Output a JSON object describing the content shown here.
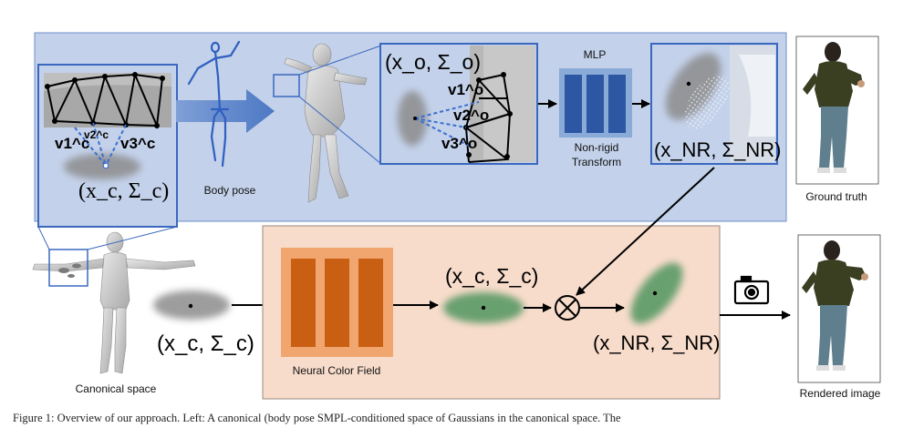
{
  "labels": {
    "body_pose": "Body pose",
    "mlp": "MLP",
    "nonrigid_line1": "Non-rigid",
    "nonrigid_line2": "Transform",
    "ground_truth": "Ground truth",
    "canonical_space": "Canonical space",
    "neural_color_field": "Neural Color Field",
    "rendered_image": "Rendered image"
  },
  "math": {
    "x_c_sigma_c": "(x_c, Σ_c)",
    "x_o_sigma_o": "(x_o, Σ_o)",
    "x_nr_sigma_nr": "(x_NR, Σ_NR)",
    "v1c": "v1^c",
    "v2c": "v2^c",
    "v3c": "v3^c",
    "v1o": "v1^o",
    "v2o": "v2^o",
    "v3o": "v3^o",
    "multiply_symbol": "⊗"
  },
  "caption": "Figure 1: Overview of our approach. Left: A canonical (body pose SMPL-conditioned space of Gaussians in the canonical space. The",
  "colors": {
    "top_panel_bg": "#c3d1ea",
    "top_panel_border": "#6d8fc9",
    "bottom_panel_bg": "#f8dccb",
    "bottom_panel_border": "#9a8a80",
    "mlp_block": "#2d56a3",
    "mlp_bg": "#8aaad8",
    "color_field_block": "#c95f13",
    "color_field_bg": "#f0a66e",
    "gaussian_gray": "#8c8c8c",
    "gaussian_green": "#5a9a66",
    "dashed_blue": "#3b6fd0"
  },
  "icons": {
    "camera": "camera-icon",
    "skeleton": "skeleton-figure",
    "human_mesh": "human-mesh"
  }
}
